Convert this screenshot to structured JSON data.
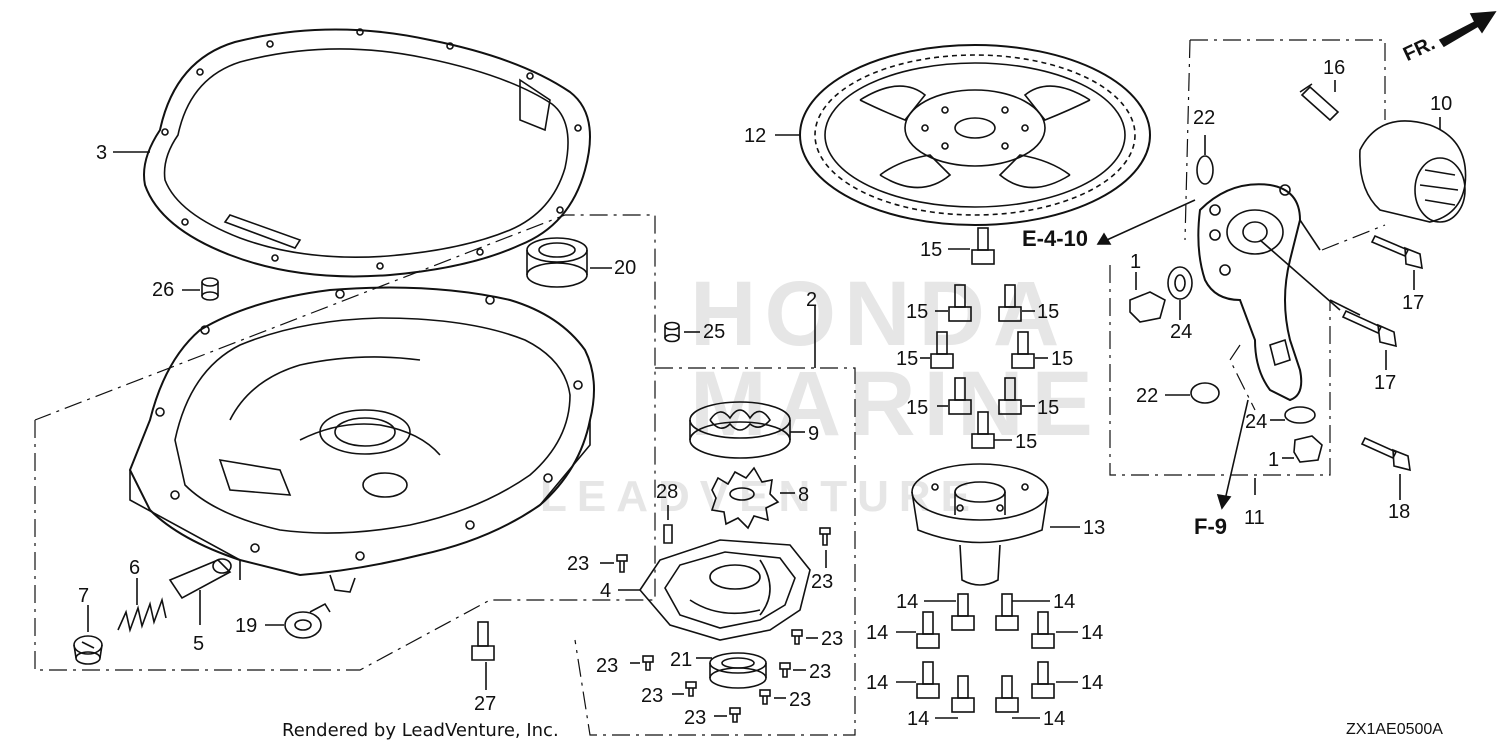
{
  "watermark": {
    "line1": "HONDA",
    "line2": "MARINE",
    "line3": "LEADVENTURE"
  },
  "direction": {
    "label": "FR."
  },
  "references": {
    "upper": "E-4-10",
    "lower": "F-9"
  },
  "footer": {
    "rendered_by": "Rendered by LeadVenture, Inc.",
    "diagram_code": "ZX1AE0500A"
  },
  "callouts": [
    {
      "id": "c3",
      "text": "3"
    },
    {
      "id": "c26",
      "text": "26"
    },
    {
      "id": "c20",
      "text": "20"
    },
    {
      "id": "c25",
      "text": "25"
    },
    {
      "id": "c2",
      "text": "2"
    },
    {
      "id": "c12",
      "text": "12"
    },
    {
      "id": "c16",
      "text": "16"
    },
    {
      "id": "c10",
      "text": "10"
    },
    {
      "id": "c22a",
      "text": "22"
    },
    {
      "id": "c1a",
      "text": "1"
    },
    {
      "id": "c24a",
      "text": "24"
    },
    {
      "id": "c17a",
      "text": "17"
    },
    {
      "id": "c17b",
      "text": "17"
    },
    {
      "id": "c22b",
      "text": "22"
    },
    {
      "id": "c24b",
      "text": "24"
    },
    {
      "id": "c1b",
      "text": "1"
    },
    {
      "id": "c18",
      "text": "18"
    },
    {
      "id": "c11",
      "text": "11"
    },
    {
      "id": "c9",
      "text": "9"
    },
    {
      "id": "c8",
      "text": "8"
    },
    {
      "id": "c28",
      "text": "28"
    },
    {
      "id": "c13",
      "text": "13"
    },
    {
      "id": "c23a",
      "text": "23"
    },
    {
      "id": "c23b",
      "text": "23"
    },
    {
      "id": "c4",
      "text": "4"
    },
    {
      "id": "c23c",
      "text": "23"
    },
    {
      "id": "c21",
      "text": "21"
    },
    {
      "id": "c23d",
      "text": "23"
    },
    {
      "id": "c23e",
      "text": "23"
    },
    {
      "id": "c23f",
      "text": "23"
    },
    {
      "id": "c23g",
      "text": "23"
    },
    {
      "id": "c23h",
      "text": "23"
    },
    {
      "id": "c7",
      "text": "7"
    },
    {
      "id": "c6",
      "text": "6"
    },
    {
      "id": "c5",
      "text": "5"
    },
    {
      "id": "c19",
      "text": "19"
    },
    {
      "id": "c27",
      "text": "27"
    },
    {
      "id": "c15a",
      "text": "15"
    },
    {
      "id": "c15b",
      "text": "15"
    },
    {
      "id": "c15c",
      "text": "15"
    },
    {
      "id": "c15d",
      "text": "15"
    },
    {
      "id": "c15e",
      "text": "15"
    },
    {
      "id": "c15f",
      "text": "15"
    },
    {
      "id": "c15g",
      "text": "15"
    },
    {
      "id": "c15h",
      "text": "15"
    },
    {
      "id": "c14a",
      "text": "14"
    },
    {
      "id": "c14b",
      "text": "14"
    },
    {
      "id": "c14c",
      "text": "14"
    },
    {
      "id": "c14d",
      "text": "14"
    },
    {
      "id": "c14e",
      "text": "14"
    },
    {
      "id": "c14f",
      "text": "14"
    },
    {
      "id": "c14g",
      "text": "14"
    },
    {
      "id": "c14h",
      "text": "14"
    }
  ]
}
